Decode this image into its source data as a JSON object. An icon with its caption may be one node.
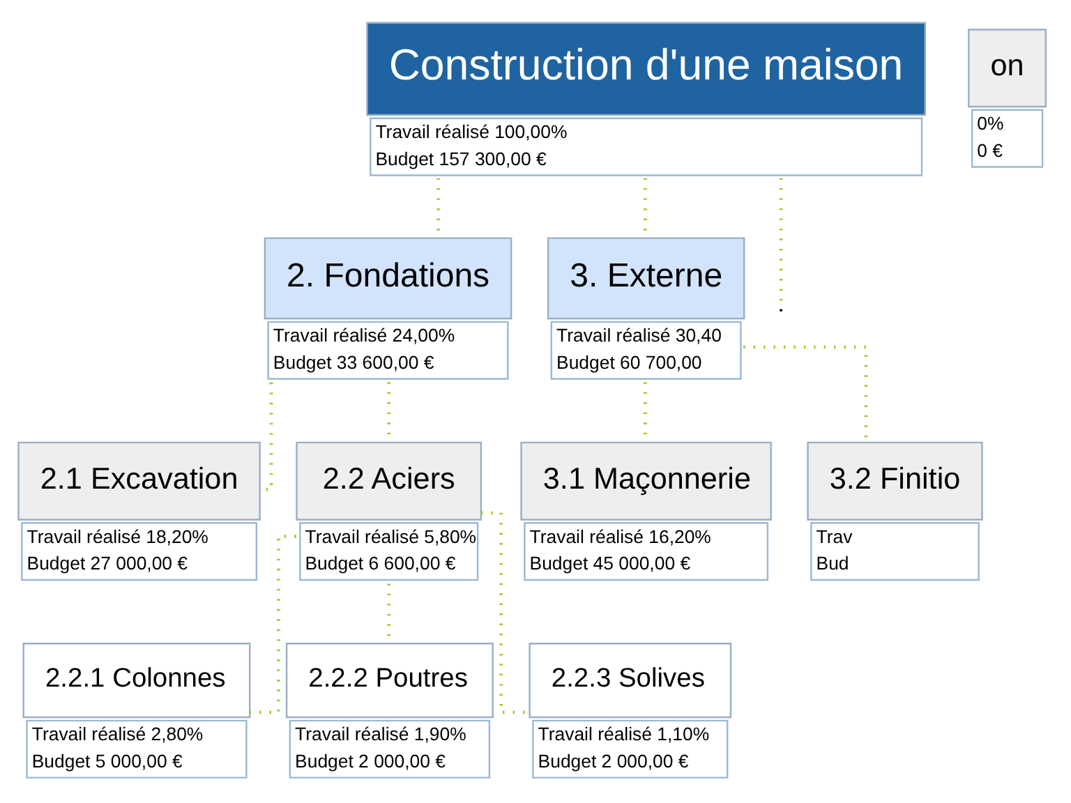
{
  "diagram": {
    "nodes": [
      {
        "text": [
          "Construction d'une maison"
        ],
        "beside": [
          "Travail réalisé 100,00%",
          "Budget 157 300,00 €"
        ]
      },
      {
        "text": [
          "2. Fondations"
        ],
        "beside": [
          "Travail réalisé 24,00%",
          "Budget 33 600,00 €"
        ]
      },
      {
        "text": [
          "3. Externe"
        ],
        "beside": [
          "Travail réalisé 30,40",
          "Budget 60 700,00"
        ]
      },
      {
        "text": [
          "2.1 Excavation"
        ],
        "beside": [
          "Travail réalisé 18,20%",
          "Budget 27 000,00 €"
        ]
      },
      {
        "text": [
          "2.2 Aciers"
        ],
        "beside": [
          "Travail réalisé 5,80%",
          "Budget 6 600,00 €"
        ]
      },
      {
        "text": [
          "3.1 Maçonnerie"
        ],
        "beside": [
          "Travail réalisé 16,20%",
          "Budget 45 000,00 €"
        ]
      },
      {
        "text": [
          "3.2 Finitio"
        ],
        "beside": [
          "Trav",
          "Bud"
        ]
      },
      {
        "text": [
          "on"
        ],
        "beside": [
          "0%",
          "0 €"
        ]
      },
      {
        "text": [
          "2.2.1 Colonnes"
        ],
        "beside": [
          "Travail réalisé 2,80%",
          "Budget 5 000,00 €"
        ]
      },
      {
        "text": [
          "2.2.2 Poutres"
        ],
        "beside": [
          "Travail réalisé 1,90%",
          "Budget 2 000,00 €"
        ]
      },
      {
        "text": [
          "2.2.3 Solives"
        ],
        "beside": [
          "Travail réalisé 1,10%",
          "Budget 2 000,00 €"
        ]
      }
    ],
    "edges": [
      {
        "from": 0,
        "to": null,
        "arrow": "none"
      },
      {
        "from": 0,
        "to": 1,
        "arrow": "none"
      },
      {
        "from": 0,
        "to": 2,
        "arrow": "none"
      },
      {
        "from": 1,
        "to": 3,
        "arrow": "none"
      },
      {
        "from": 1,
        "to": 4,
        "arrow": "none"
      },
      {
        "from": 2,
        "to": 5,
        "arrow": "none"
      },
      {
        "from": 2,
        "to": 6,
        "arrow": "none"
      },
      {
        "from": 4,
        "to": 8,
        "arrow": "none"
      },
      {
        "from": 4,
        "to": 9,
        "arrow": "none"
      },
      {
        "from": 4,
        "to": 10,
        "arrow": "none"
      }
    ]
  }
}
